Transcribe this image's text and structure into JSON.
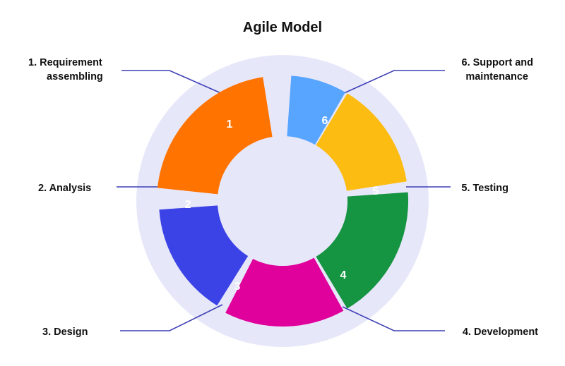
{
  "title": "Agile Model",
  "colors": {
    "background_disc": "#e7e7fa",
    "leader_line": "#3d3fb5",
    "text": "#111111"
  },
  "segments": [
    {
      "number": "1",
      "label_lines": [
        "1. Requirement",
        "assembling"
      ],
      "color": "#ff7300"
    },
    {
      "number": "2",
      "label_lines": [
        "2. Analysis"
      ],
      "color": "#3b43e6"
    },
    {
      "number": "3",
      "label_lines": [
        "3. Design"
      ],
      "color": "#e0009b"
    },
    {
      "number": "4",
      "label_lines": [
        "4. Development"
      ],
      "color": "#159441"
    },
    {
      "number": "5",
      "label_lines": [
        "5. Testing"
      ],
      "color": "#fcbc11"
    },
    {
      "number": "6",
      "label_lines": [
        "6. Support and",
        "maintenance"
      ],
      "color": "#58a5ff"
    }
  ]
}
